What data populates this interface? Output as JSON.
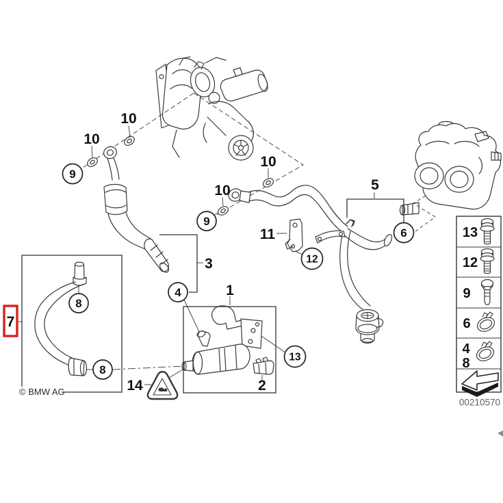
{
  "page": {
    "background": "#ffffff"
  },
  "colors": {
    "line": "#383838",
    "label_text": "#111111",
    "highlight_red": "#d6231f",
    "part_number_gray": "#606060"
  },
  "callouts": {
    "10a": "10",
    "10b": "10",
    "10c": "10",
    "10d": "10",
    "3": "3",
    "5": "5",
    "11": "11",
    "1": "1",
    "2": "2",
    "14": "14",
    "7": "7",
    "9a": "9",
    "9b": "9",
    "4": "4",
    "6": "6",
    "12": "12",
    "13": "13",
    "8a": "8",
    "8b": "8"
  },
  "sidebar": {
    "rows": [
      {
        "label": "13",
        "icon": "hex-bolt-long-icon"
      },
      {
        "label": "12",
        "icon": "hex-bolt-icon"
      },
      {
        "label": "9",
        "icon": "plastic-rivet-icon"
      },
      {
        "label": "6",
        "icon": "hose-clamp-icon"
      },
      {
        "label": "4",
        "label2": "8",
        "icon": "hose-clamp-icon"
      },
      {
        "label": "",
        "icon": "view-direction-arrow-icon"
      }
    ]
  },
  "footer": {
    "copyright": "© BMW AG",
    "image_number": "00210570"
  }
}
